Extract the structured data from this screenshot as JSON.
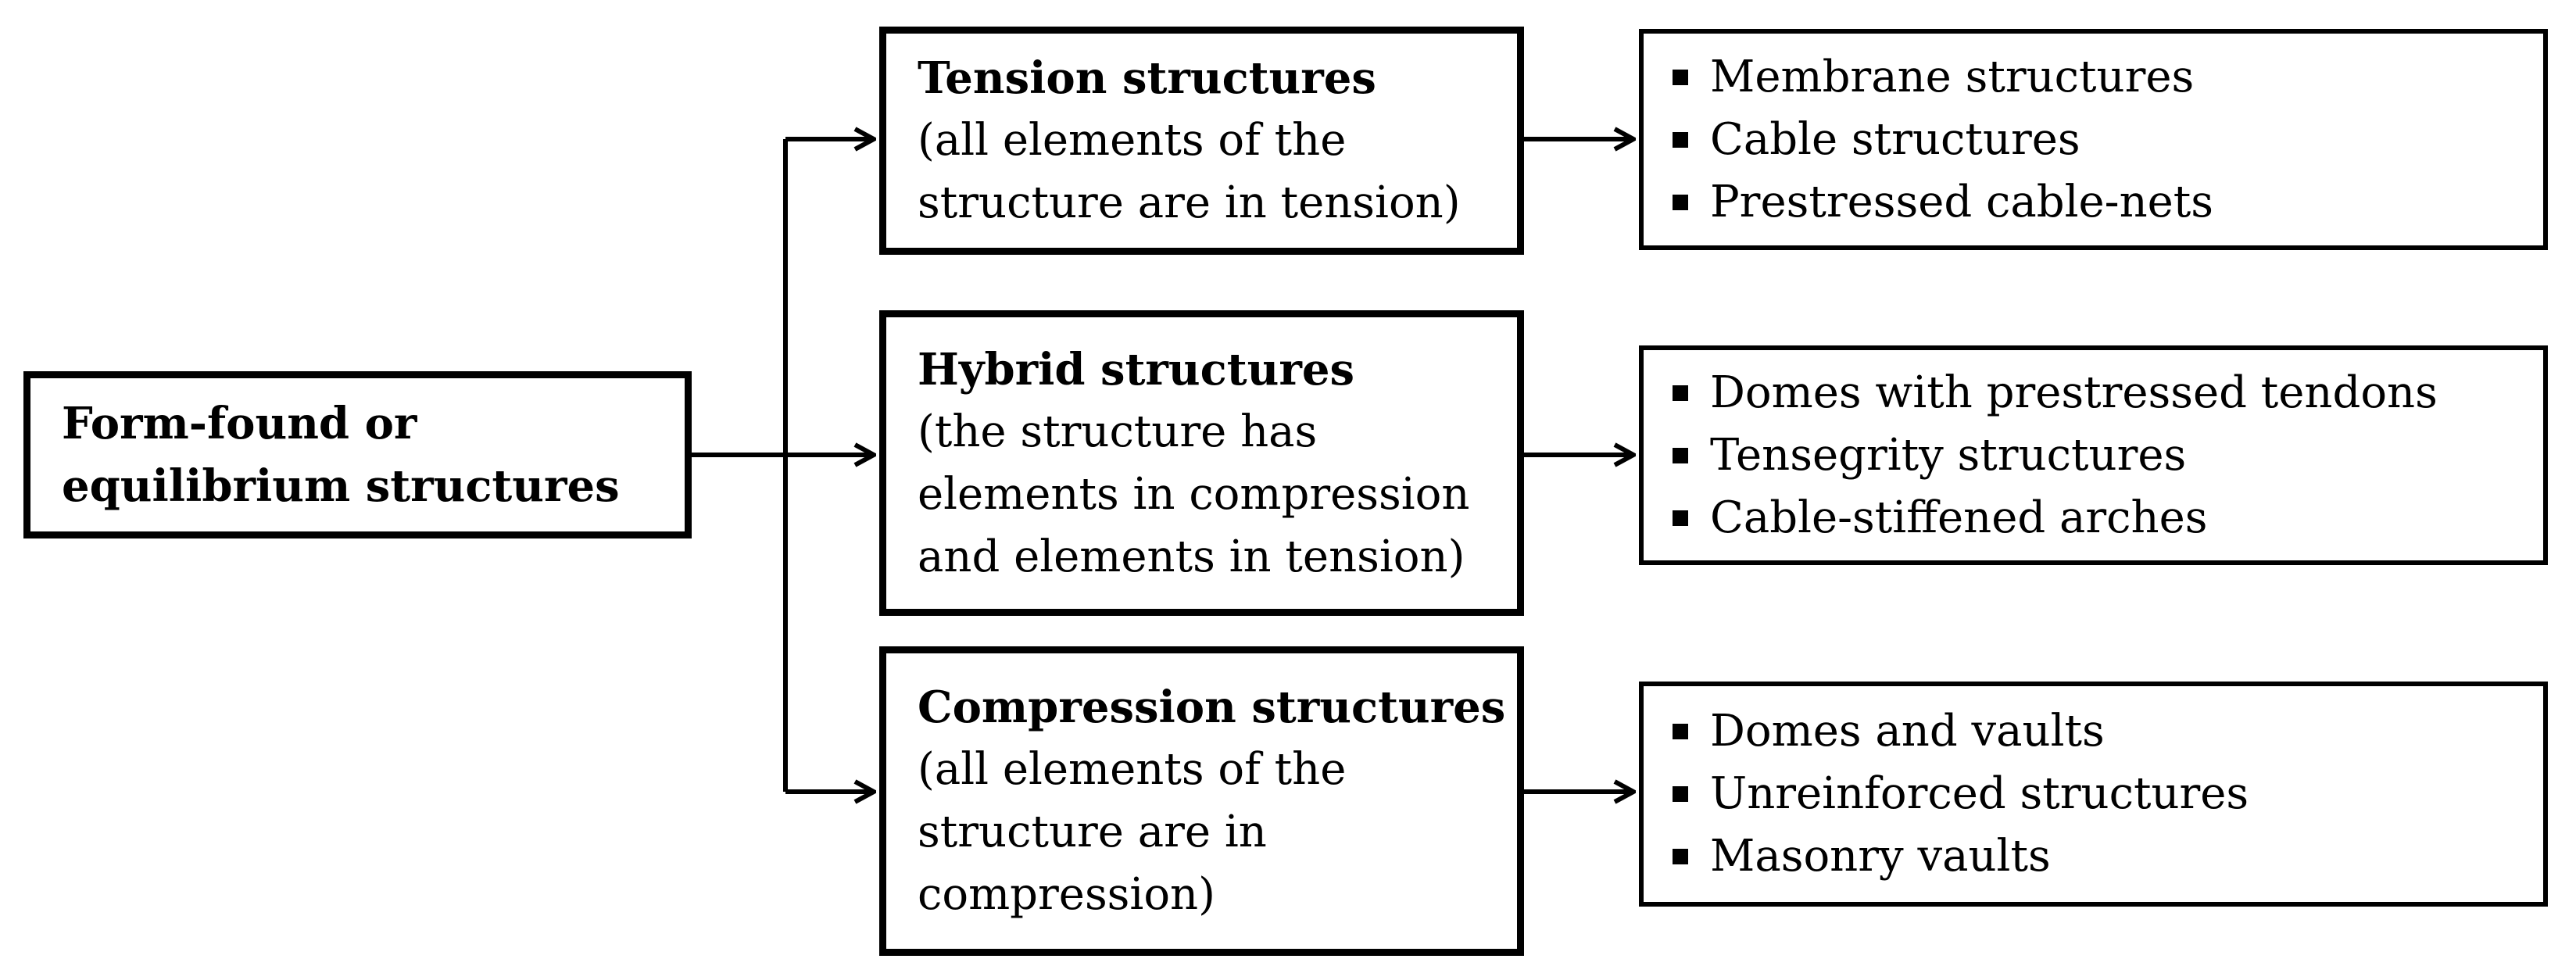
{
  "figure": {
    "background_color": "#ffffff",
    "line_color": "#000000",
    "text_color": "#000000"
  },
  "root": {
    "label": "Form-found or\nequilibrium structures"
  },
  "categories": [
    {
      "title": "Tension structures",
      "description": "(all elements of the\nstructure are in tension)",
      "examples": [
        "Membrane structures",
        "Cable structures",
        "Prestressed cable-nets"
      ]
    },
    {
      "title": "Hybrid structures",
      "description": "(the structure has\nelements in compression\nand elements in tension)",
      "examples": [
        "Domes with prestressed tendons",
        "Tensegrity structures",
        "Cable-stiffened arches"
      ]
    },
    {
      "title": "Compression structures",
      "description": "(all elements of the\nstructure are in\ncompression)",
      "examples": [
        "Domes and vaults",
        "Unreinforced structures",
        "Masonry vaults"
      ]
    }
  ]
}
